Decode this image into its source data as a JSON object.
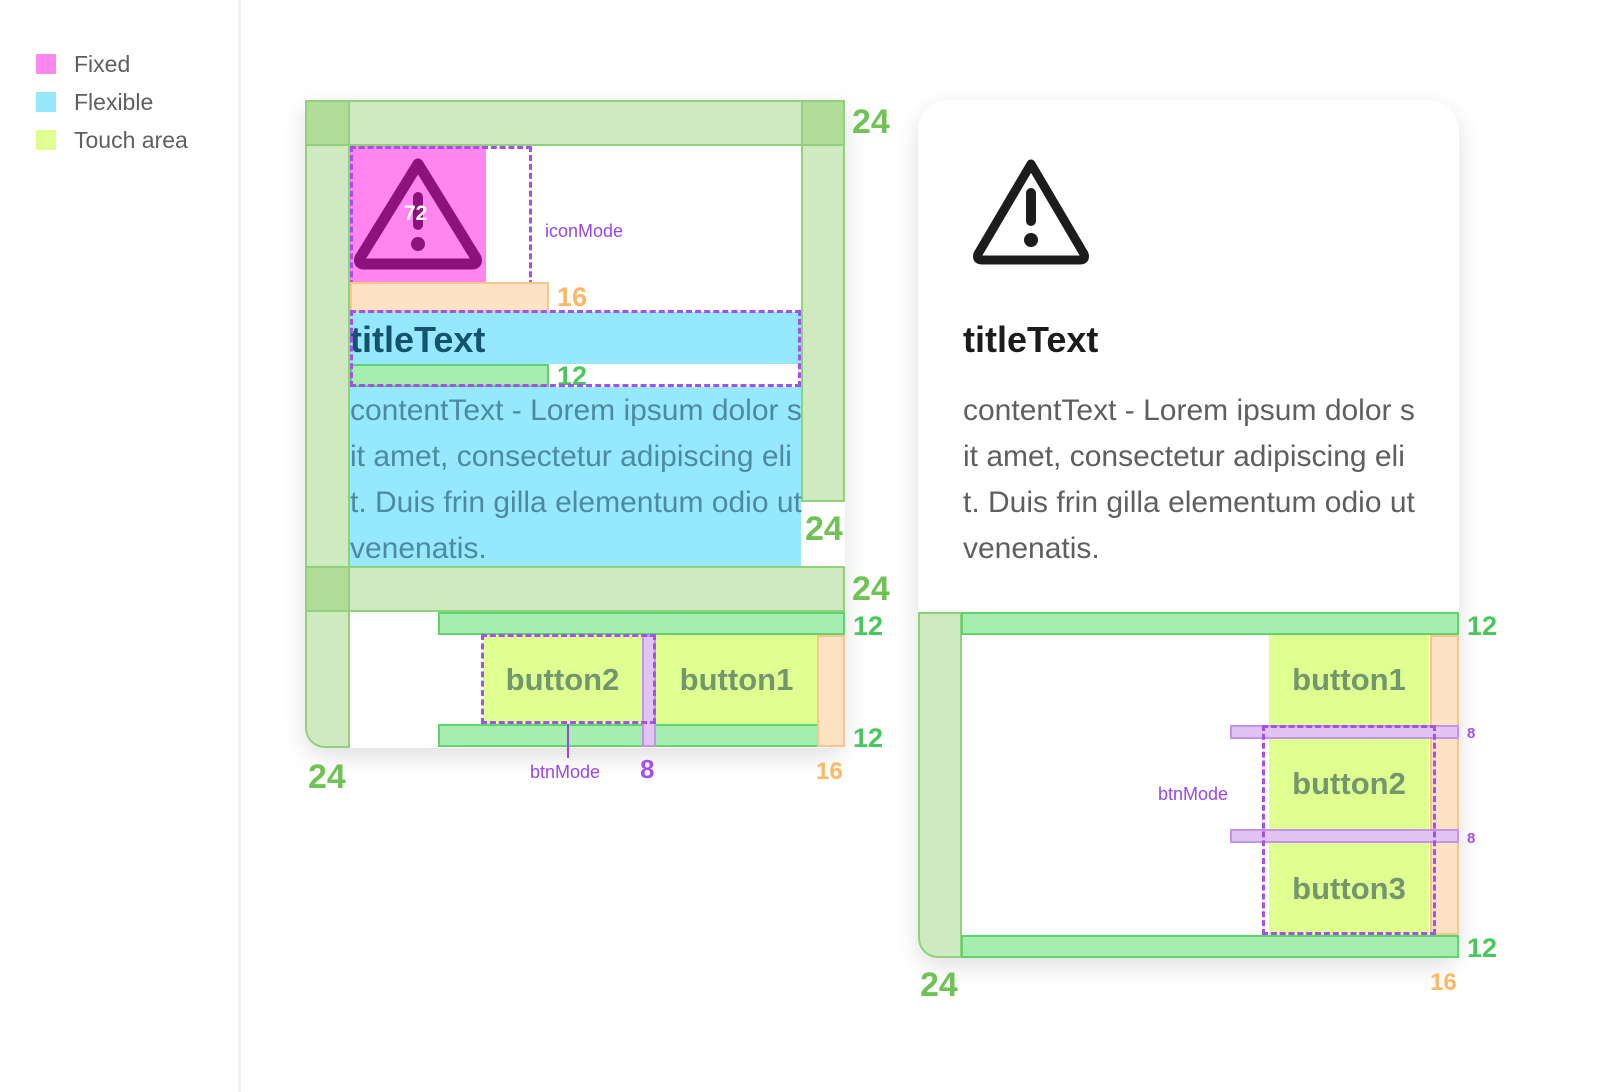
{
  "legend": [
    {
      "label": "Fixed",
      "color": "#ff86ee"
    },
    {
      "label": "Flexible",
      "color": "#96e9fc"
    },
    {
      "label": "Touch area",
      "color": "#e0ff91"
    }
  ],
  "left_spec": {
    "icon_size": "72",
    "icon_mode_label": "iconMode",
    "title": "titleText",
    "content": "contentText - Lorem ipsum dolor sit amet, consectetur adipiscing elit. Duis frin gilla elementum odio ut venenatis.",
    "buttons": [
      "button2",
      "button1"
    ],
    "btn_mode_label": "btnMode",
    "measures": {
      "top_padding": "24",
      "icon_gap": "16",
      "title_gap": "12",
      "right_padding": "24",
      "content_bottom": "24",
      "btn_top": "12",
      "btn_bottom": "12",
      "left_padding": "24",
      "btn_gap": "8",
      "btn_right": "16"
    }
  },
  "right_spec": {
    "title": "titleText",
    "content": "contentText - Lorem ipsum dolor sit amet, consectetur adipiscing elit. Duis frin gilla elementum odio ut venenatis.",
    "buttons": [
      "button1",
      "button2",
      "button3"
    ],
    "btn_mode_label": "btnMode",
    "measures": {
      "btn_top": "12",
      "gap1": "8",
      "gap2": "8",
      "btn_bottom": "12",
      "left_padding": "24",
      "btn_right": "16"
    }
  }
}
